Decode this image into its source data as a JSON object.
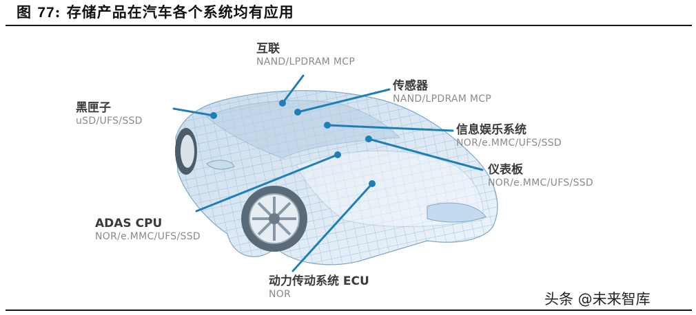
{
  "figure": {
    "title_prefix": "图 ",
    "title_number": "77",
    "title_text": ": 存储产品在汽车各个系统均有应用"
  },
  "callouts": [
    {
      "id": "interconnect",
      "name_zh": "互联",
      "memory": "NAND/LPDRAM MCP"
    },
    {
      "id": "blackbox",
      "name_zh": "黑匣子",
      "memory": "uSD/UFS/SSD"
    },
    {
      "id": "sensor",
      "name_zh": "传感器",
      "memory": "NAND/LPDRAM MCP"
    },
    {
      "id": "infotainment",
      "name_zh": "信息娱乐系统",
      "memory": "NOR/e.MMC/UFS/SSD"
    },
    {
      "id": "dashboard",
      "name_zh": "仪表板",
      "memory": "NOR/e.MMC/UFS/SSD"
    },
    {
      "id": "adas",
      "name_zh": "ADAS CPU",
      "memory": "NOR/e.MMC/UFS/SSD"
    },
    {
      "id": "powertrain",
      "name_zh": "动力传动系统 ECU",
      "memory": "NOR"
    }
  ],
  "watermark": "头条 @未来智库",
  "colors": {
    "leader_line": "#1e7fb5",
    "wireframe": "#8fb4d3",
    "car_fill": "#dce9f4",
    "title": "#111111"
  }
}
